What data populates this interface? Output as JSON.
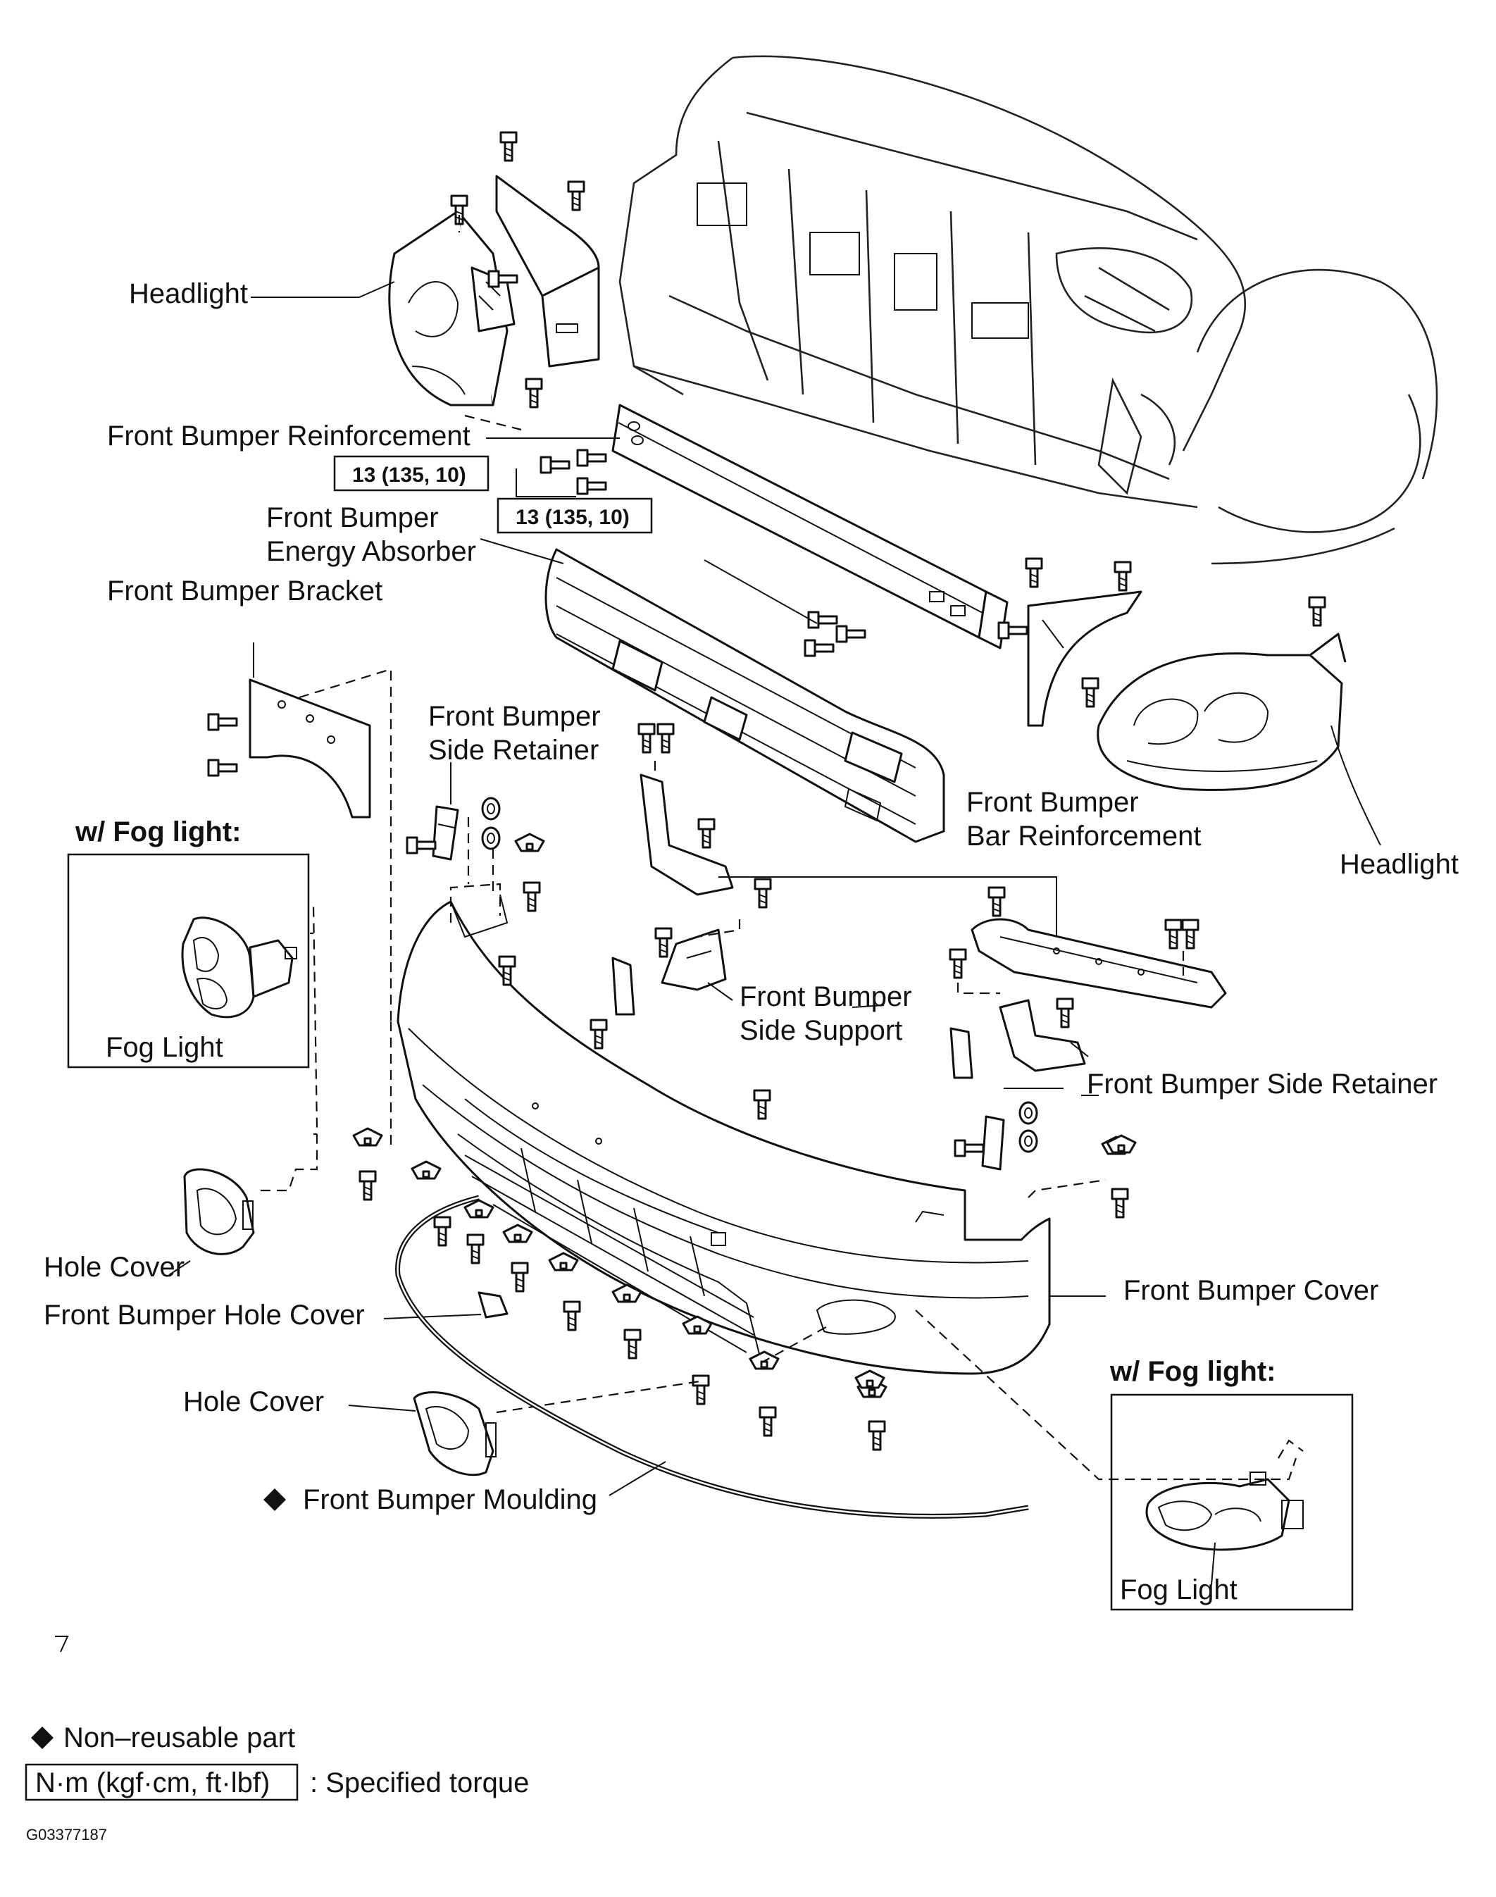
{
  "labels": {
    "headlight_left": "Headlight",
    "front_bumper_reinforcement": "Front Bumper Reinforcement",
    "torque_1": "13 (135, 10)",
    "torque_2": "13 (135, 10)",
    "energy_absorber_1": "Front Bumper",
    "energy_absorber_2": "Energy Absorber",
    "front_bumper_bracket": "Front Bumper Bracket",
    "side_retainer_left_1": "Front Bumper",
    "side_retainer_left_2": "Side Retainer",
    "bar_reinforcement_1": "Front Bumper",
    "bar_reinforcement_2": "Bar Reinforcement",
    "headlight_right": "Headlight",
    "fog_title_left": "w/ Fog light:",
    "fog_light_left": "Fog Light",
    "side_support_1": "Front Bumper",
    "side_support_2": "Side Support",
    "side_retainer_right": "Front Bumper Side Retainer",
    "hole_cover_left": "Hole Cover",
    "front_bumper_cover": "Front Bumper Cover",
    "front_bumper_hole_cover": "Front Bumper Hole Cover",
    "fog_title_right": "w/ Fog light:",
    "hole_cover_lower": "Hole Cover",
    "front_bumper_moulding": "Front Bumper Moulding",
    "fog_light_right": "Fog Light"
  },
  "legend": {
    "non_reusable": "Non–reusable part",
    "torque_units": "N·m (kgf·cm, ft·lbf)",
    "specified_torque": ": Specified torque"
  },
  "figure_code": "G03377187",
  "colors": {
    "ink": "#111111",
    "paper": "#ffffff"
  },
  "icons": {
    "non_reusable_marker": "diamond-icon"
  }
}
